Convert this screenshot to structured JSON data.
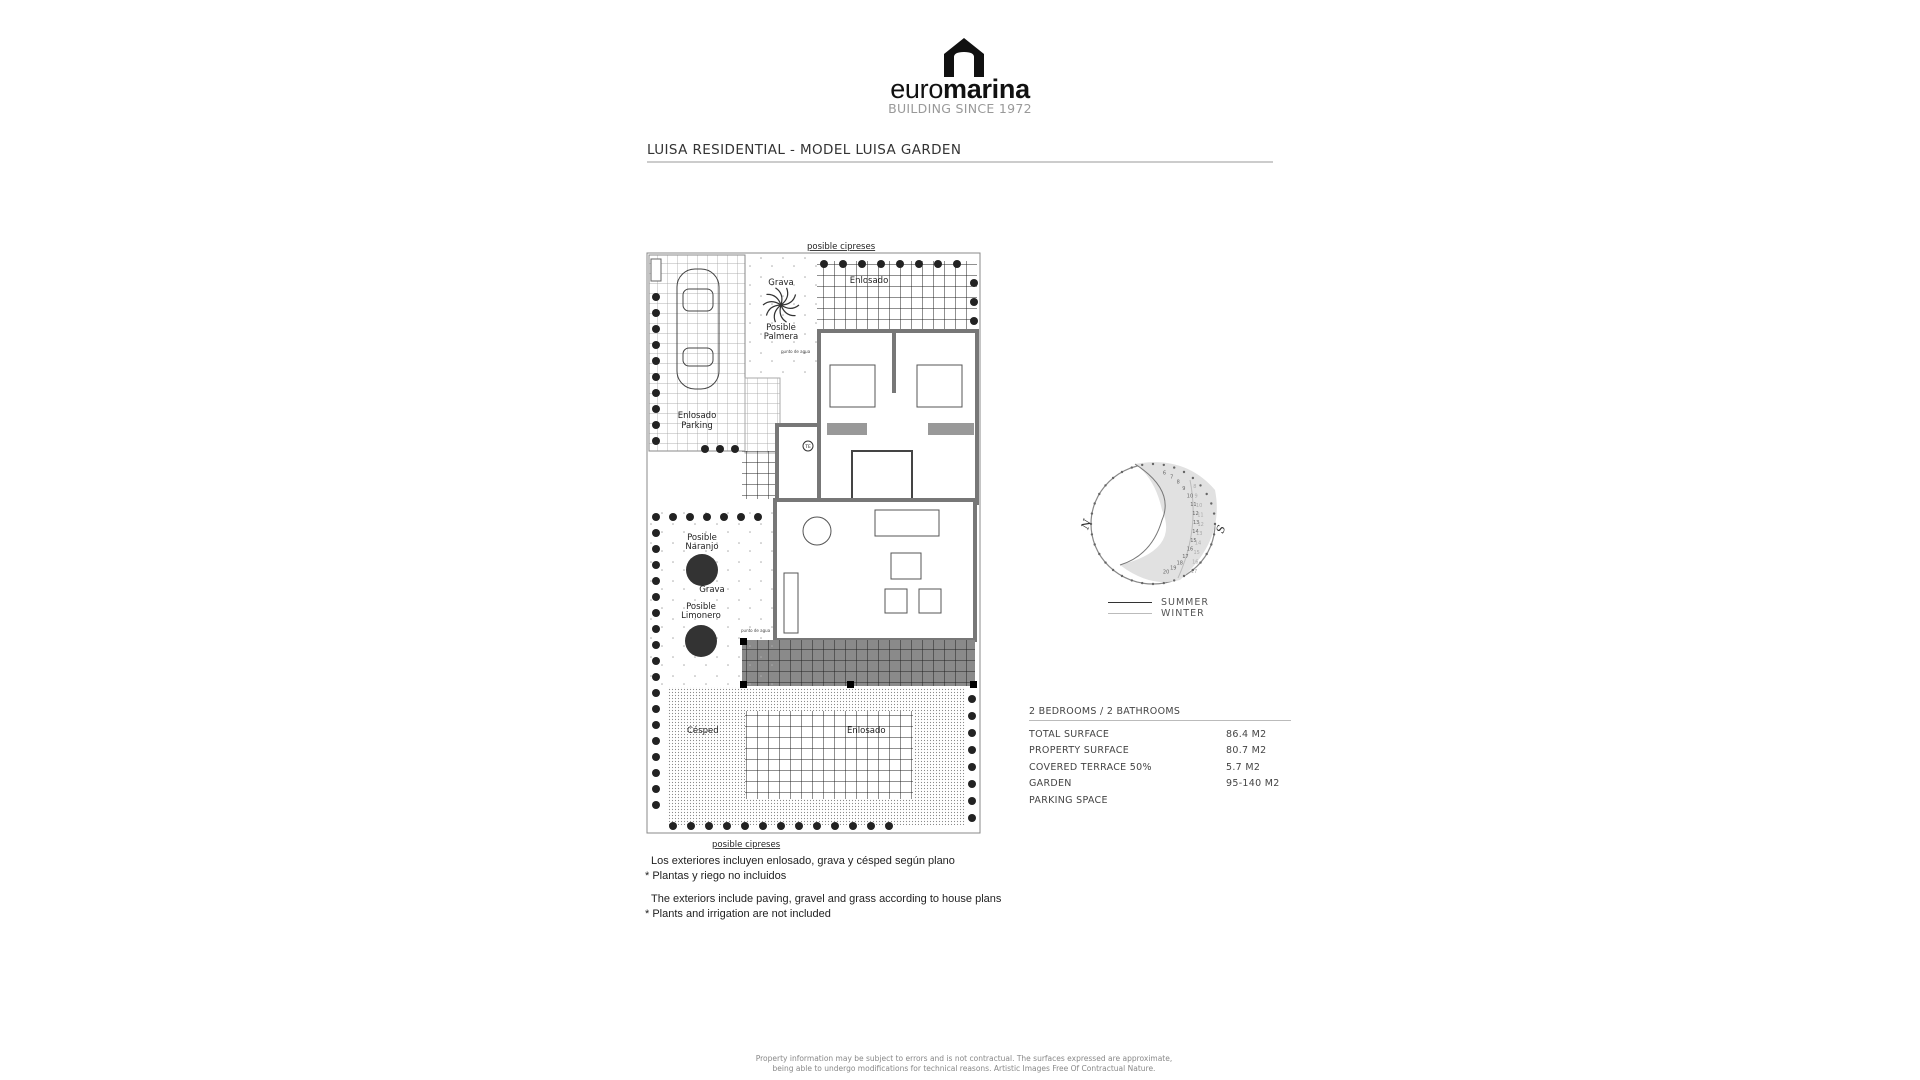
{
  "brand": {
    "name_light": "euro",
    "name_bold": "marina",
    "tagline": "BUILDING SINCE 1972",
    "logo_icon": "house-icon"
  },
  "title": "LUISA RESIDENTIAL - MODEL LUISA GARDEN",
  "plan": {
    "labels": {
      "cypress_top": "posible cipreses",
      "cypress_bottom": "posible cipreses",
      "gravel_top": "Grava",
      "paving_top": "Enlosado",
      "palm_1": "Posible",
      "palm_2": "Palmera",
      "parking_1": "Enlosado",
      "parking_2": "Parking",
      "orange_1": "Posible",
      "orange_2": "Naranjo",
      "gravel_left": "Grava",
      "lemon_1": "Posible",
      "lemon_2": "Limonero",
      "lawn": "Césped",
      "paving_bottom": "Enlosado",
      "water_heater": "TE",
      "water_point": "punto de agua"
    }
  },
  "compass": {
    "north": "N",
    "south": "S",
    "summer_hours": [
      "6",
      "7",
      "8",
      "9",
      "10",
      "11",
      "12",
      "13",
      "14",
      "15",
      "16",
      "17",
      "18",
      "19",
      "20"
    ],
    "winter_hours": [
      "8",
      "9",
      "10",
      "11",
      "12",
      "13",
      "14",
      "15",
      "16",
      "17"
    ]
  },
  "legend": {
    "summer": "SUMMER",
    "winter": "WINTER",
    "summer_color": "#333333",
    "winter_color": "#bbbbbb"
  },
  "stats": {
    "header": "2 BEDROOMS / 2 BATHROOMS",
    "rows": [
      {
        "label": "TOTAL SURFACE",
        "value": "86.4 M2"
      },
      {
        "label": "PROPERTY SURFACE",
        "value": "80.7 M2"
      },
      {
        "label": "COVERED TERRACE 50%",
        "value": "5.7 M2"
      },
      {
        "label": "GARDEN",
        "value": "95-140 M2"
      },
      {
        "label": "PARKING SPACE",
        "value": ""
      }
    ]
  },
  "notes": {
    "es_1": "Los exteriores incluyen enlosado, grava y césped según plano",
    "es_2": "* Plantas y riego no incluidos",
    "en_1": "The exteriors include paving, gravel and grass according to house plans",
    "en_2": "* Plants and irrigation are not included"
  },
  "footer": {
    "line1": "Property information may be subject to errors and is not contractual. The surfaces expressed are approximate,",
    "line2": "being able to undergo modifications for technical reasons. Artistic Images Free Of Contractual Nature."
  }
}
